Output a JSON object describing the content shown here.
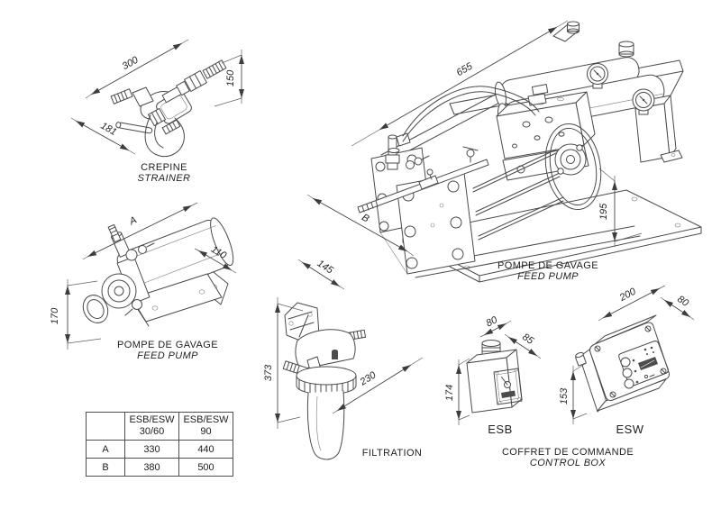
{
  "drawing": {
    "background": "#ffffff",
    "line_color": "#4a4a4a",
    "dim_color": "#3d3d3d"
  },
  "strainer": {
    "caption_fr": "CREPINE",
    "caption_en": "STRAINER",
    "dim_length": "300",
    "dim_height": "150",
    "dim_width": "181"
  },
  "feed_pump_small": {
    "caption_fr": "POMPE DE GAVAGE",
    "caption_en": "FEED PUMP",
    "dim_length": "A",
    "dim_width": "110",
    "dim_height": "170"
  },
  "feed_pump_large": {
    "caption_fr": "POMPE DE GAVAGE",
    "caption_en": "FEED PUMP",
    "dim_length": "655",
    "dim_width": "B",
    "dim_height": "195"
  },
  "filtration": {
    "caption": "FILTRATION",
    "dim_width": "145",
    "dim_height": "373",
    "dim_depth": "230"
  },
  "control_box": {
    "caption_fr": "COFFRET DE COMMANDE",
    "caption_en": "CONTROL BOX",
    "esb": {
      "label": "ESB",
      "dim_width": "80",
      "dim_depth": "85",
      "dim_height": "174"
    },
    "esw": {
      "label": "ESW",
      "dim_width": "200",
      "dim_depth": "80",
      "dim_height": "153"
    }
  },
  "size_table": {
    "headers": [
      "",
      "ESB/ESW\n30/60",
      "ESB/ESW\n90"
    ],
    "rows": [
      {
        "label": "A",
        "values": [
          "330",
          "440"
        ]
      },
      {
        "label": "B",
        "values": [
          "380",
          "500"
        ]
      }
    ]
  }
}
